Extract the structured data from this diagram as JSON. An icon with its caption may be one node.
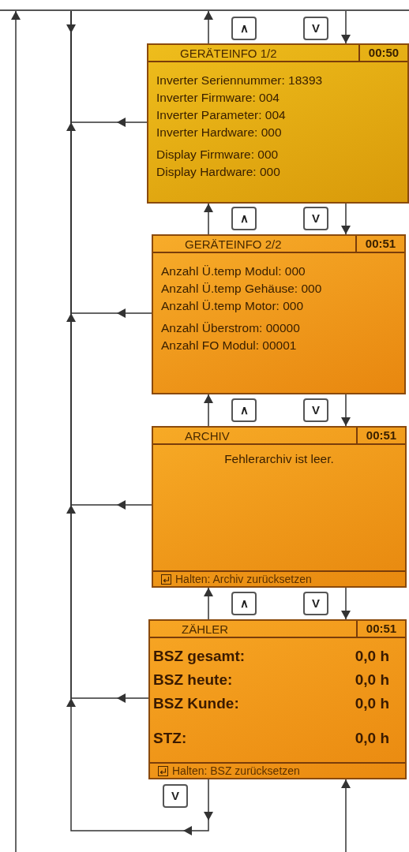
{
  "diagram": {
    "nodes": [
      {
        "text": [],
        "shape": "box"
      },
      {
        "text": [
          "GERÄTEINFO 1/2",
          "00:50",
          "Inverter Seriennummer: 18393",
          "Inverter Firmware: 004",
          "Inverter Parameter: 004",
          "Inverter Hardware: 000",
          "Display Firmware: 000",
          "Display Hardware: 000"
        ]
      },
      {
        "text": [
          "GERÄTEINFO 2/2",
          "00:51",
          "Anzahl Ü.temp Modul: 000",
          "Anzahl Ü.temp Gehäuse: 000",
          "Anzahl Ü.temp Motor: 000",
          "Anzahl Überstrom: 00000",
          "Anzahl FO Modul: 00001"
        ]
      },
      {
        "text": [
          "ARCHIV",
          "00:51",
          "Fehlerarchiv ist leer.",
          "Halten: Archiv zurücksetzen"
        ]
      },
      {
        "text": [
          "ZÄHLER",
          "00:51",
          "BSZ gesamt:",
          "0,0 h",
          "BSZ heute:",
          "0,0 h",
          "BSZ Kunde:",
          "0,0 h",
          "STZ:",
          "0,0 h",
          "Halten: BSZ zurücksetzen"
        ]
      }
    ],
    "edges": [
      {
        "from": null,
        "to": 0,
        "arrow": "to"
      },
      {
        "from": 0,
        "to": null,
        "arrow": "to"
      },
      {
        "from": 1,
        "to": 0,
        "arrow": "to",
        "label": "∧"
      },
      {
        "from": 0,
        "to": 1,
        "arrow": "to",
        "label": "V"
      },
      {
        "from": 1,
        "to": 0,
        "arrow": "to"
      },
      {
        "from": 2,
        "to": 1,
        "arrow": "to",
        "label": "∧"
      },
      {
        "from": 1,
        "to": 2,
        "arrow": "to",
        "label": "V"
      },
      {
        "from": 2,
        "to": 0,
        "arrow": "to"
      },
      {
        "from": 3,
        "to": 2,
        "arrow": "to",
        "label": "∧"
      },
      {
        "from": 2,
        "to": 3,
        "arrow": "to",
        "label": "V"
      },
      {
        "from": 3,
        "to": 0,
        "arrow": "to"
      },
      {
        "from": 4,
        "to": 3,
        "arrow": "to",
        "label": "∧"
      },
      {
        "from": 3,
        "to": 4,
        "arrow": "to",
        "label": "V"
      },
      {
        "from": 4,
        "to": 0,
        "arrow": "to"
      },
      {
        "from": 4,
        "to": 0,
        "arrow": "to",
        "label": "V"
      },
      {
        "from": null,
        "to": 4,
        "arrow": "to"
      }
    ]
  }
}
